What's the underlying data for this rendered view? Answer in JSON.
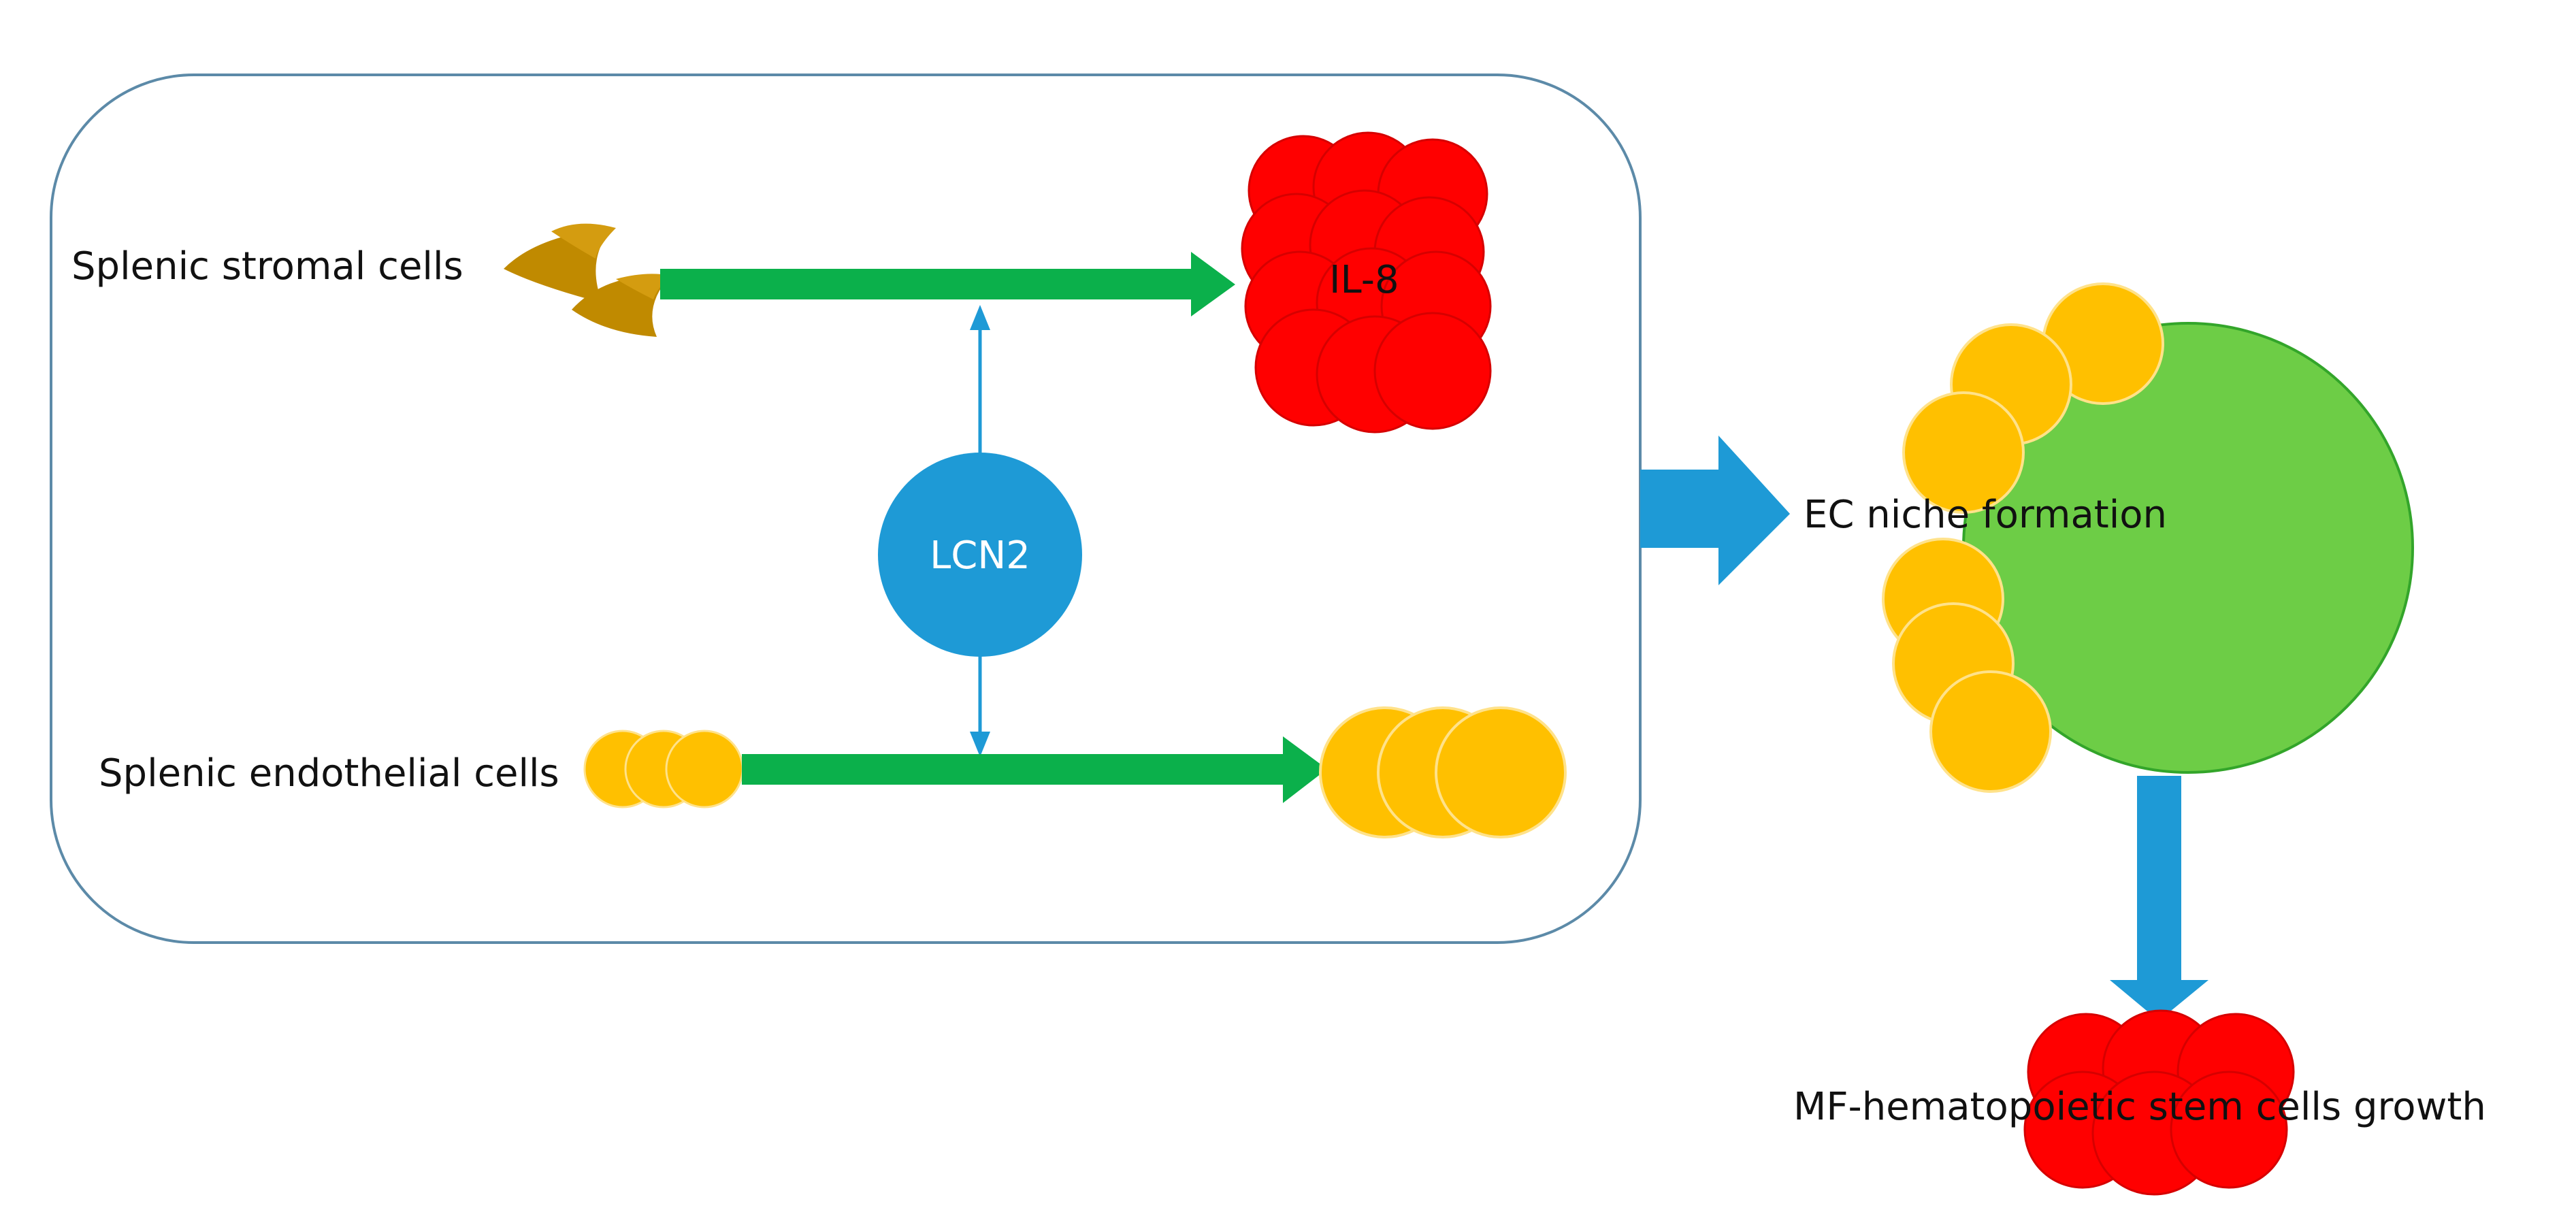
{
  "labels": {
    "stromal": "Splenic stromal cells",
    "endothelial": "Splenic endothelial cells",
    "il8": "IL-8",
    "lcn2": "LCN2",
    "ec_niche": "EC niche formation",
    "mf_growth": "MF-hematopoietic stem cells growth"
  },
  "colors": {
    "box_border": "#5c8aa8",
    "green_arrow": "#0bb04b",
    "blue": "#1e9ad6",
    "red": "#ff0000",
    "yellow": "#ffc000",
    "brown": "#c08a00",
    "niche_green": "#6dcd46"
  },
  "icons": {
    "stromal_cells": "crescent-cells",
    "endothelial_cells": "yellow-circle-cluster",
    "il8_cluster": "red-circle-cluster",
    "niche": "green-sphere-with-yellow-cells",
    "mf_cluster": "red-circle-cluster"
  }
}
